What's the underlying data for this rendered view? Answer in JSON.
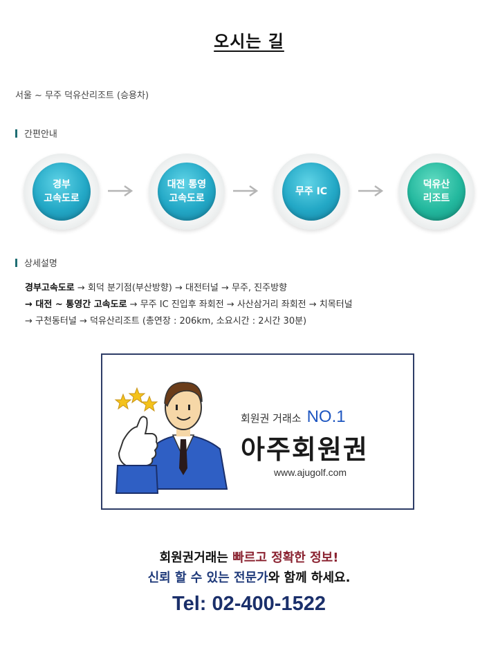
{
  "page_title": "오시는 길",
  "route_title": "서울 ~ 무주 덕유산리조트 (승용차)",
  "section_simple": "간편안내",
  "steps": [
    {
      "line1": "경부",
      "line2": "고속도로"
    },
    {
      "line1": "대전 통영",
      "line2": "고속도로"
    },
    {
      "line1": "무주 IC",
      "line2": ""
    },
    {
      "line1": "덕유산",
      "line2": "리조트"
    }
  ],
  "section_detail": "상세설명",
  "detail": {
    "l1_bold": "경부고속도로",
    "l1_rest": " → 회덕 분기점(부산방향) → 대전터널 → 무주, 진주방향",
    "l2_bold": "→ 대전 ~ 통영간 고속도로",
    "l2_rest": " → 무주 IC 진입후 좌회전 → 사산삼거리 좌회전 → 치목터널",
    "l3": "→ 구천동터널 → 덕유산리조트 (총연장 : 206km, 소요시간 : 2시간 30분)"
  },
  "banner": {
    "subtitle": "회원권 거래소",
    "rank": "NO.1",
    "name": "아주회원권",
    "url": "www.ajugolf.com"
  },
  "footer": {
    "l1_a": "회원권거래는 ",
    "l1_b": "빠르고 정확한 정보!",
    "l2_a": "신뢰 할 수 있는 전문가",
    "l2_b": "와 함께 하세요.",
    "tel": "Tel: 02-400-1522"
  },
  "colors": {
    "circle_blue": "#23a8c6",
    "circle_green": "#23b89e",
    "highlight_red": "#8a2230",
    "highlight_blue": "#1f3a7a",
    "banner_border": "#2d3c66"
  }
}
